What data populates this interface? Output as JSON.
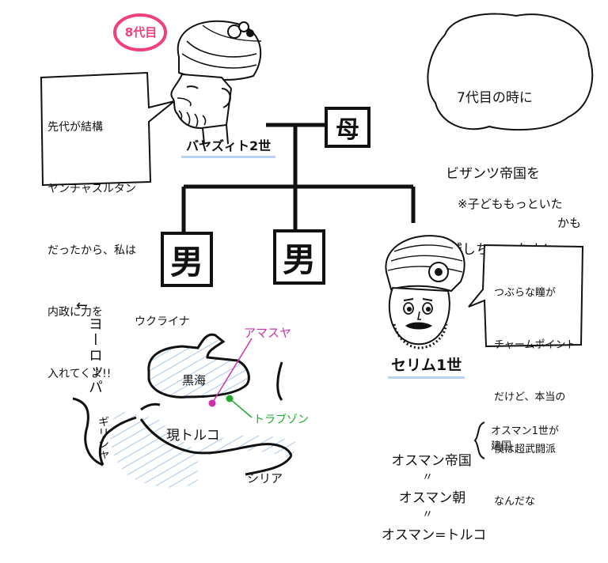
{
  "colors": {
    "ink": "#111111",
    "generation_badge": "#f0407a",
    "amasya_label": "#cc33aa",
    "trabzon_label": "#1faa2e",
    "sea_hatch": "#a9c7ea",
    "name_underline": "#b9d3f0"
  },
  "badge": {
    "text": "8代目"
  },
  "bayezid": {
    "name": "バヤズィト2世",
    "bubble_lines": [
      "先代が結構",
      "ヤンチャスルタン",
      "だったから、私は",
      "内政に力を",
      "入れてくよ!!"
    ]
  },
  "top_bubble": {
    "lines": [
      "7代目の時に",
      "ビザンツ帝国を",
      "滅しちゃったよ!"
    ]
  },
  "family": {
    "mother": "母",
    "son1": "男",
    "son2": "男"
  },
  "note_children": {
    "lines": [
      "※子どももっといた",
      "かも"
    ]
  },
  "selim": {
    "name": "セリム1世",
    "bubble_lines": [
      "つぶらな瞳が",
      "チャームポイント",
      "だけど、本当の",
      "僕は超武闘派",
      "なんだな"
    ]
  },
  "map": {
    "europe_arrow": "←",
    "europe_label": "ヨーロッパ",
    "ukraine": "ウクライナ",
    "black_sea": "黒海",
    "amasya": "アマスヤ",
    "trabzon": "トラブゾン",
    "greece": "ギリシャ",
    "turkey": "現トルコ",
    "syria": "シリア"
  },
  "ottoman": {
    "founder_note": "オスマン1世が\n建国",
    "names": [
      "オスマン帝国",
      "オスマン朝",
      "オスマン=トルコ"
    ],
    "equals": "〃"
  }
}
